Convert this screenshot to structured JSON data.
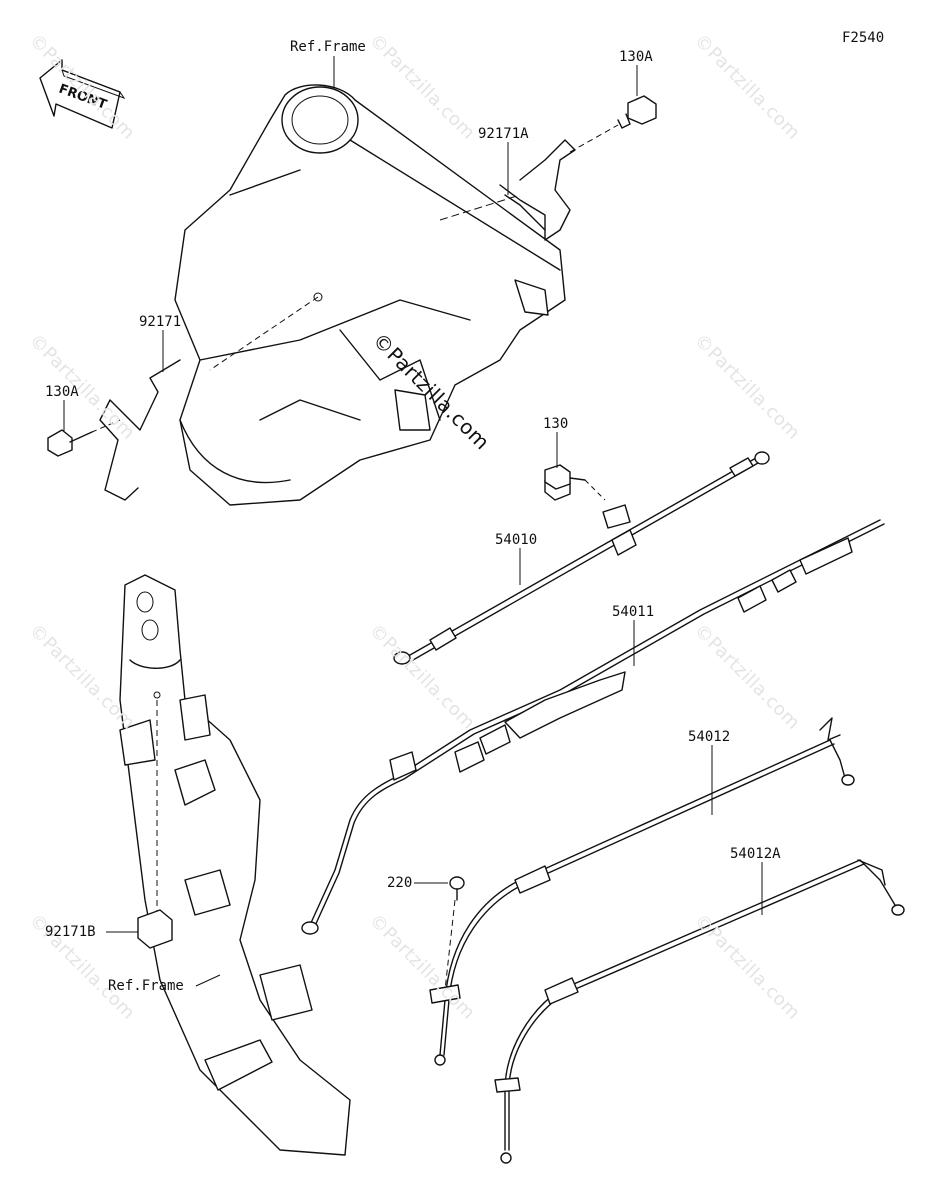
{
  "figure_code": "F2540",
  "front_label": "FRONT",
  "watermark": "©Partzilla.com",
  "labels": {
    "ref_frame_top": "Ref.Frame",
    "ref_frame_bottom": "Ref.Frame",
    "bolt_130a_top": "130A",
    "bolt_130a_left": "130A",
    "bolt_130": "130",
    "clamp_92171a": "92171A",
    "clamp_92171": "92171",
    "clamp_92171b": "92171B",
    "cable_54010": "54010",
    "cable_54011": "54011",
    "cable_54012": "54012",
    "cable_54012a": "54012A",
    "screw_220": "220"
  }
}
